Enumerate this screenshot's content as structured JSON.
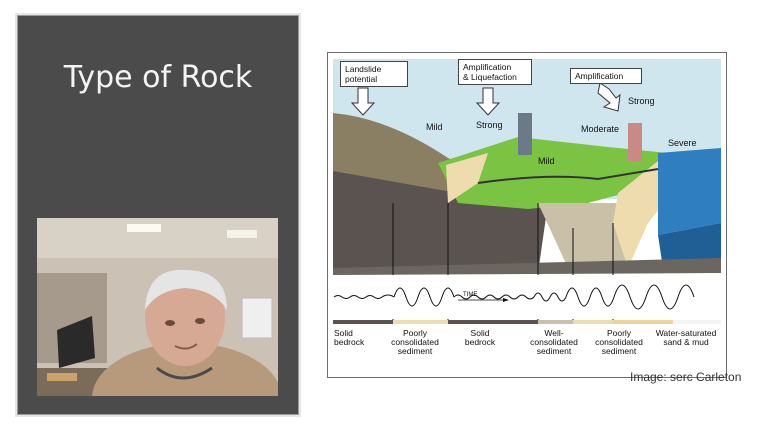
{
  "slide": {
    "title": "Type of Rock",
    "image_credit": "Image: serc Carleton"
  },
  "figure": {
    "callouts": [
      "Landslide\npotential",
      "Amplification\n& Liquefaction",
      "Amplification"
    ],
    "intensity_labels": [
      "Mild",
      "Strong",
      "Mild",
      "Moderate",
      "Strong",
      "Severe"
    ],
    "time_label": "TIME",
    "ground_types": [
      "Solid\nbedrock",
      "Poorly\nconsolidated\nsediment",
      "Solid\nbedrock",
      "Well-\nconsolidated\nsediment",
      "Poorly\nconsolidated\nsediment",
      "Water-saturated\nsand & mud"
    ]
  },
  "colors": {
    "panel_bg": "#4b4b4b",
    "sky": "#cfe6ee",
    "grass": "#7bc443",
    "hill": "#8b7f63",
    "bedrock": "#5a5350",
    "sediment": "#efdcae",
    "water": "#2f7fc0"
  }
}
